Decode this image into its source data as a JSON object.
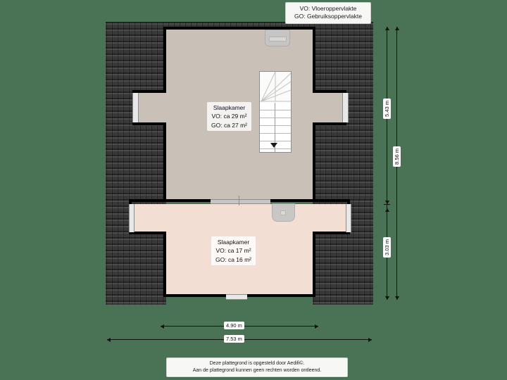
{
  "legend": {
    "line1": "VO: Vloeroppervlakte",
    "line2": "GO: Gebruiksoppervlakte"
  },
  "footer": {
    "line1": "Deze plattegrond is opgesteld door Aedifi©.",
    "line2": "Aan de plattegrond kunnen geen rechten worden ontleend."
  },
  "rooms": [
    {
      "name": "Slaapkamer",
      "vo": "VO: ca 29 m²",
      "go": "GO: ca 27 m²",
      "floor_color": "#c9c0b7"
    },
    {
      "name": "Slaapkamer",
      "vo": "VO: ca 17 m²",
      "go": "GO: ca 16 m²",
      "floor_color": "#f2ded2"
    }
  ],
  "dimensions": {
    "vertical": [
      {
        "label": "5.43 m"
      },
      {
        "label": "3.03 m"
      },
      {
        "label": "8.56 m"
      }
    ],
    "horizontal": [
      {
        "label": "4.90 m"
      },
      {
        "label": "7.53 m"
      }
    ]
  },
  "colors": {
    "background": "#4a7355",
    "roof": "#3a3a3a",
    "wall": "#000000",
    "room_upper": "#c9c0b7",
    "room_lower": "#f2ded2",
    "label_text": "#111111"
  }
}
